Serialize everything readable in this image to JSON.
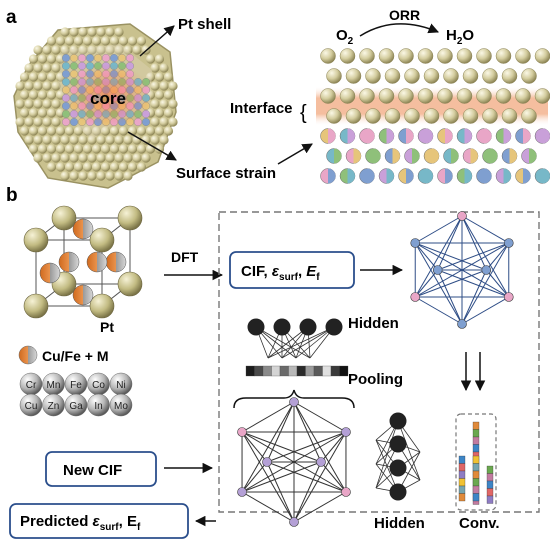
{
  "panel_a": {
    "letter": "a",
    "pt_shell": "Pt shell",
    "core": "core",
    "surface_strain": "Surface strain",
    "interface": "Interface",
    "o2": "O",
    "o2_sub": "2",
    "orr": "ORR",
    "h2o_h": "H",
    "h2o_sub": "2",
    "h2o_o": "O"
  },
  "panel_b": {
    "letter": "b",
    "pt_label": "Pt",
    "legend_label": "Cu/Fe + M",
    "elements": [
      "Cr",
      "Mn",
      "Fe",
      "Co",
      "Ni",
      "Cu",
      "Zn",
      "Ga",
      "In",
      "Mo"
    ],
    "dft": "DFT",
    "cif_box": {
      "cif": "CIF, ",
      "eps": "ε",
      "eps_sub": "surf",
      "sep": ", ",
      "e": "E",
      "e_sub": "f"
    },
    "hidden_top": "Hidden",
    "pooling": "Pooling",
    "new_cif": "New CIF",
    "hidden_bottom": "Hidden",
    "conv": "Conv.",
    "predicted": {
      "text": "Predicted ",
      "eps": "ε",
      "eps_sub": "surf",
      "sep": ", E",
      "e_sub": "f"
    }
  },
  "colors": {
    "box_border": "#2b4f8c",
    "dashed": "#777777",
    "pt_atom": "#cfc79a",
    "node_blue": "#7f9fd0",
    "node_pink": "#e9a6c7",
    "node_purple": "#b4a0d6"
  }
}
